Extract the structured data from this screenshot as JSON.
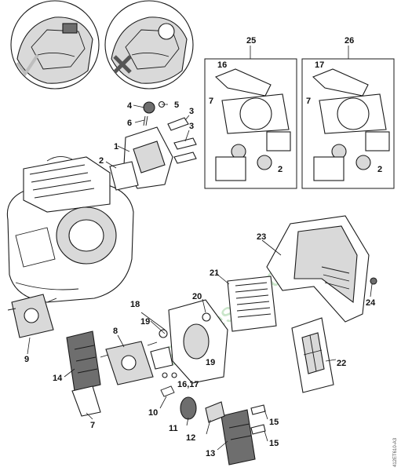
{
  "watermark": "SparesGarden.com",
  "drawing_ref": "412ET610-A3",
  "kits": [
    {
      "id": "kit-25",
      "title": "25",
      "callouts": [
        "16",
        "7",
        "2"
      ]
    },
    {
      "id": "kit-26",
      "title": "26",
      "callouts": [
        "17",
        "7",
        "2"
      ]
    }
  ],
  "callouts": {
    "c1": "1",
    "c2": "2",
    "c3a": "3",
    "c3b": "3",
    "c4": "4",
    "c5": "5",
    "c6": "6",
    "c7": "7",
    "c8": "8",
    "c9": "9",
    "c10": "10",
    "c11": "11",
    "c12": "12",
    "c13": "13",
    "c14": "14",
    "c15a": "15",
    "c15b": "15",
    "c1617": "16,17",
    "c18": "18",
    "c19a": "19",
    "c19b": "19",
    "c20": "20",
    "c21": "21",
    "c22": "22",
    "c23": "23",
    "c24": "24"
  },
  "colors": {
    "line": "#1a1a1a",
    "watermark": "#9fd29f"
  },
  "icons": [
    "check-mark-icon",
    "cross-mark-icon"
  ]
}
